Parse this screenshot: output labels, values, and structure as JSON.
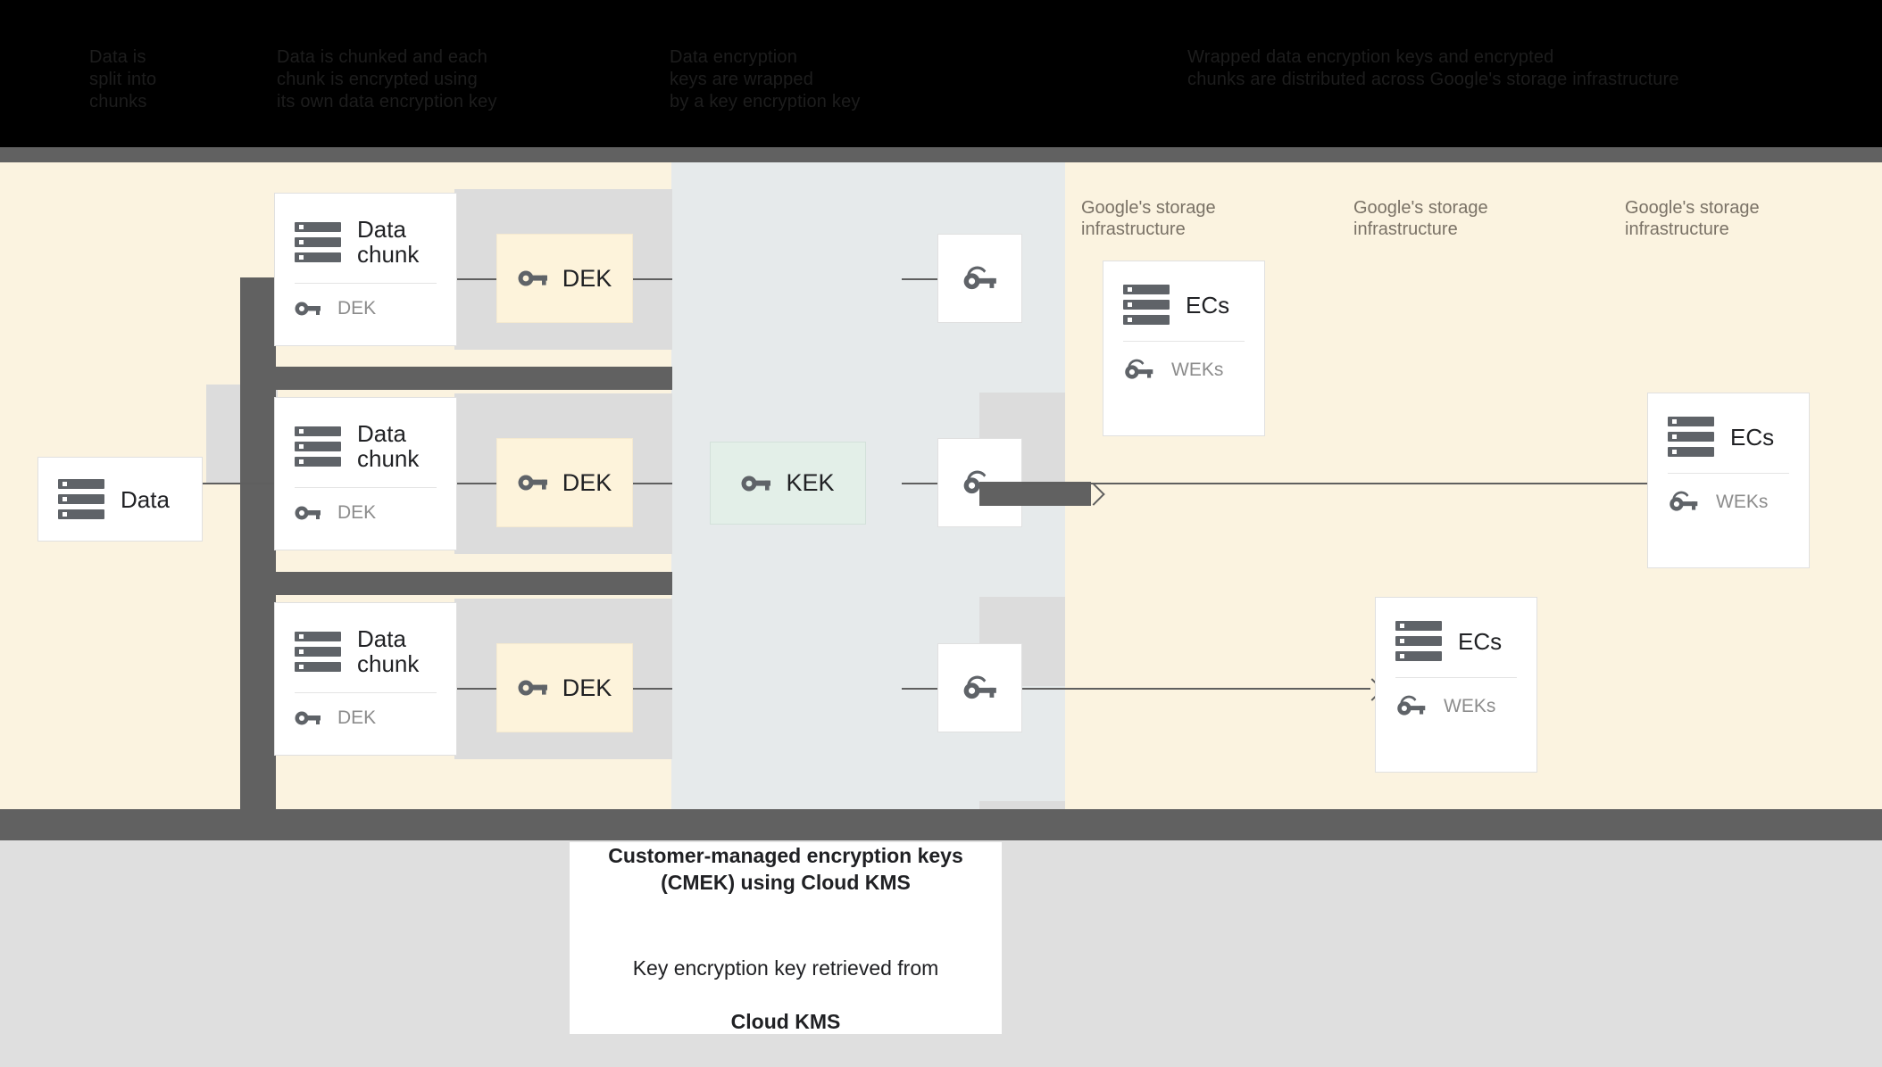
{
  "header": {
    "columns": [
      {
        "id": "data-split",
        "text": "Data is\nsplit into\nchunks"
      },
      {
        "id": "chunks-encrypted",
        "text": "Data is chunked and each\nchunk is encrypted using\nits own data encryption key"
      },
      {
        "id": "data-encryption-keys",
        "text": "Data encryption\nkeys are wrapped\nby a key encryption key"
      },
      {
        "id": "storage",
        "text": "Wrapped data encryption keys and encrypted\nchunks are distributed across Google's storage infrastructure"
      }
    ]
  },
  "diagram": {
    "source": {
      "label": "Data",
      "icon": "storage-icon"
    },
    "chunks": [
      {
        "title": "Data\nchunk",
        "sub": "DEK",
        "icon": "storage-icon",
        "sub_icon": "key-icon"
      },
      {
        "title": "Data\nchunk",
        "sub": "DEK",
        "icon": "storage-icon",
        "sub_icon": "key-icon"
      },
      {
        "title": "Data\nchunk",
        "sub": "DEK",
        "icon": "storage-icon",
        "sub_icon": "key-icon"
      }
    ],
    "deks": [
      {
        "label": "DEK",
        "icon": "key-icon"
      },
      {
        "label": "DEK",
        "icon": "key-icon"
      },
      {
        "label": "DEK",
        "icon": "key-icon"
      }
    ],
    "kek": {
      "label": "KEK",
      "icon": "key-icon"
    },
    "wrapped_keys": [
      {
        "icon": "wrapped-key-icon"
      },
      {
        "icon": "wrapped-key-icon"
      },
      {
        "icon": "wrapped-key-icon"
      }
    ],
    "infra_labels": [
      "Google's storage\ninfrastructure",
      "Google's storage\ninfrastructure",
      "Google's storage\ninfrastructure"
    ],
    "stores": [
      {
        "title": "ECs",
        "sub": "WEKs",
        "icon": "storage-icon",
        "sub_icon": "wrapped-key-icon"
      },
      {
        "title": "ECs",
        "sub": "WEKs",
        "icon": "storage-icon",
        "sub_icon": "wrapped-key-icon"
      },
      {
        "title": "ECs",
        "sub": "WEKs",
        "icon": "storage-icon",
        "sub_icon": "wrapped-key-icon"
      }
    ]
  },
  "caption": {
    "bold": "Customer-managed encryption keys\n(CMEK) using Cloud KMS",
    "regular_line1": "Key encryption key retrieved from",
    "regular_line2": "Cloud KMS"
  },
  "colors": {
    "canvas": "#fbf3e0",
    "mid_column": "#e6eaeb",
    "band": "#616161",
    "footer": "#dfdfdf",
    "dek_box": "#fdf3db",
    "kek_box": "#e3efe8",
    "icon": "#5f6368"
  }
}
